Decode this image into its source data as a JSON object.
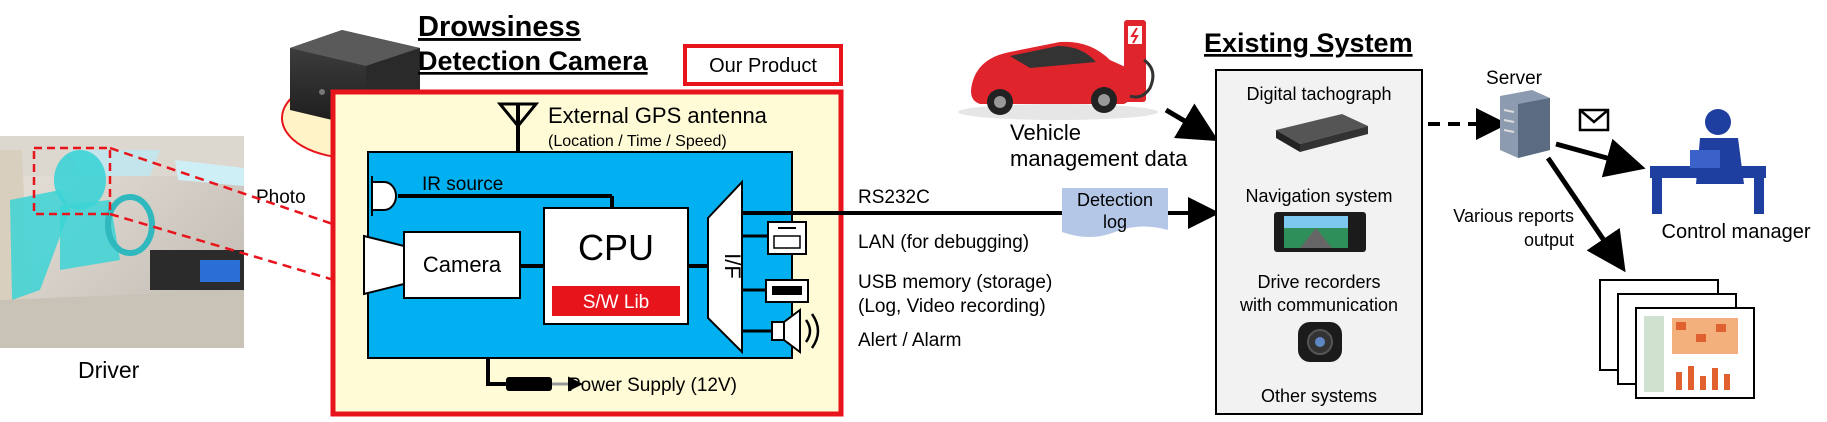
{
  "title": {
    "product_line1": "Drowsiness",
    "product_line2": "Detection Camera",
    "existing_system": "Existing System"
  },
  "labels": {
    "our_product": "Our Product",
    "driver": "Driver",
    "photo": "Photo",
    "gps_antenna": "External GPS antenna",
    "gps_details": "(Location / Time / Speed)",
    "ir_source": "IR source",
    "camera": "Camera",
    "cpu": "CPU",
    "sw_lib": "S/W Lib",
    "interface": "I/F",
    "rs232c": "RS232C",
    "lan": "LAN (for debugging)",
    "usb_line1": "USB memory (storage)",
    "usb_line2": "(Log, Video recording)",
    "alert": "Alert / Alarm",
    "power": "Power Supply (12V)",
    "vehicle_line1": "Vehicle",
    "vehicle_line2": "management data",
    "detection_log_line1": "Detection",
    "detection_log_line2": "log",
    "server": "Server",
    "reports_line1": "Various reports",
    "reports_line2": "output",
    "control_manager": "Control manager"
  },
  "existing_systems": [
    "Digital tachograph",
    "Navigation system",
    "Drive recorders",
    "with communication",
    "Other systems"
  ],
  "colors": {
    "product_border": "#e8141c",
    "product_fill": "#fffbd6",
    "board_fill": "#00b0f0",
    "sw_lib_fill": "#e8141c",
    "existing_fill": "#f2f2f2",
    "log_fill": "#b4c7e7",
    "manager_blue": "#1f3fa0",
    "car_red": "#e0242c"
  },
  "icons": [
    "camera-device-icon",
    "gps-antenna-icon",
    "ir-source-icon",
    "camera-lens-icon",
    "lan-port-icon",
    "usb-port-icon",
    "speaker-icon",
    "power-cable-icon",
    "car-icon",
    "charger-icon",
    "tachograph-icon",
    "navigation-icon",
    "dashcam-icon",
    "server-icon",
    "mail-icon",
    "control-manager-icon",
    "reports-icon",
    "driver-cabin-image"
  ]
}
